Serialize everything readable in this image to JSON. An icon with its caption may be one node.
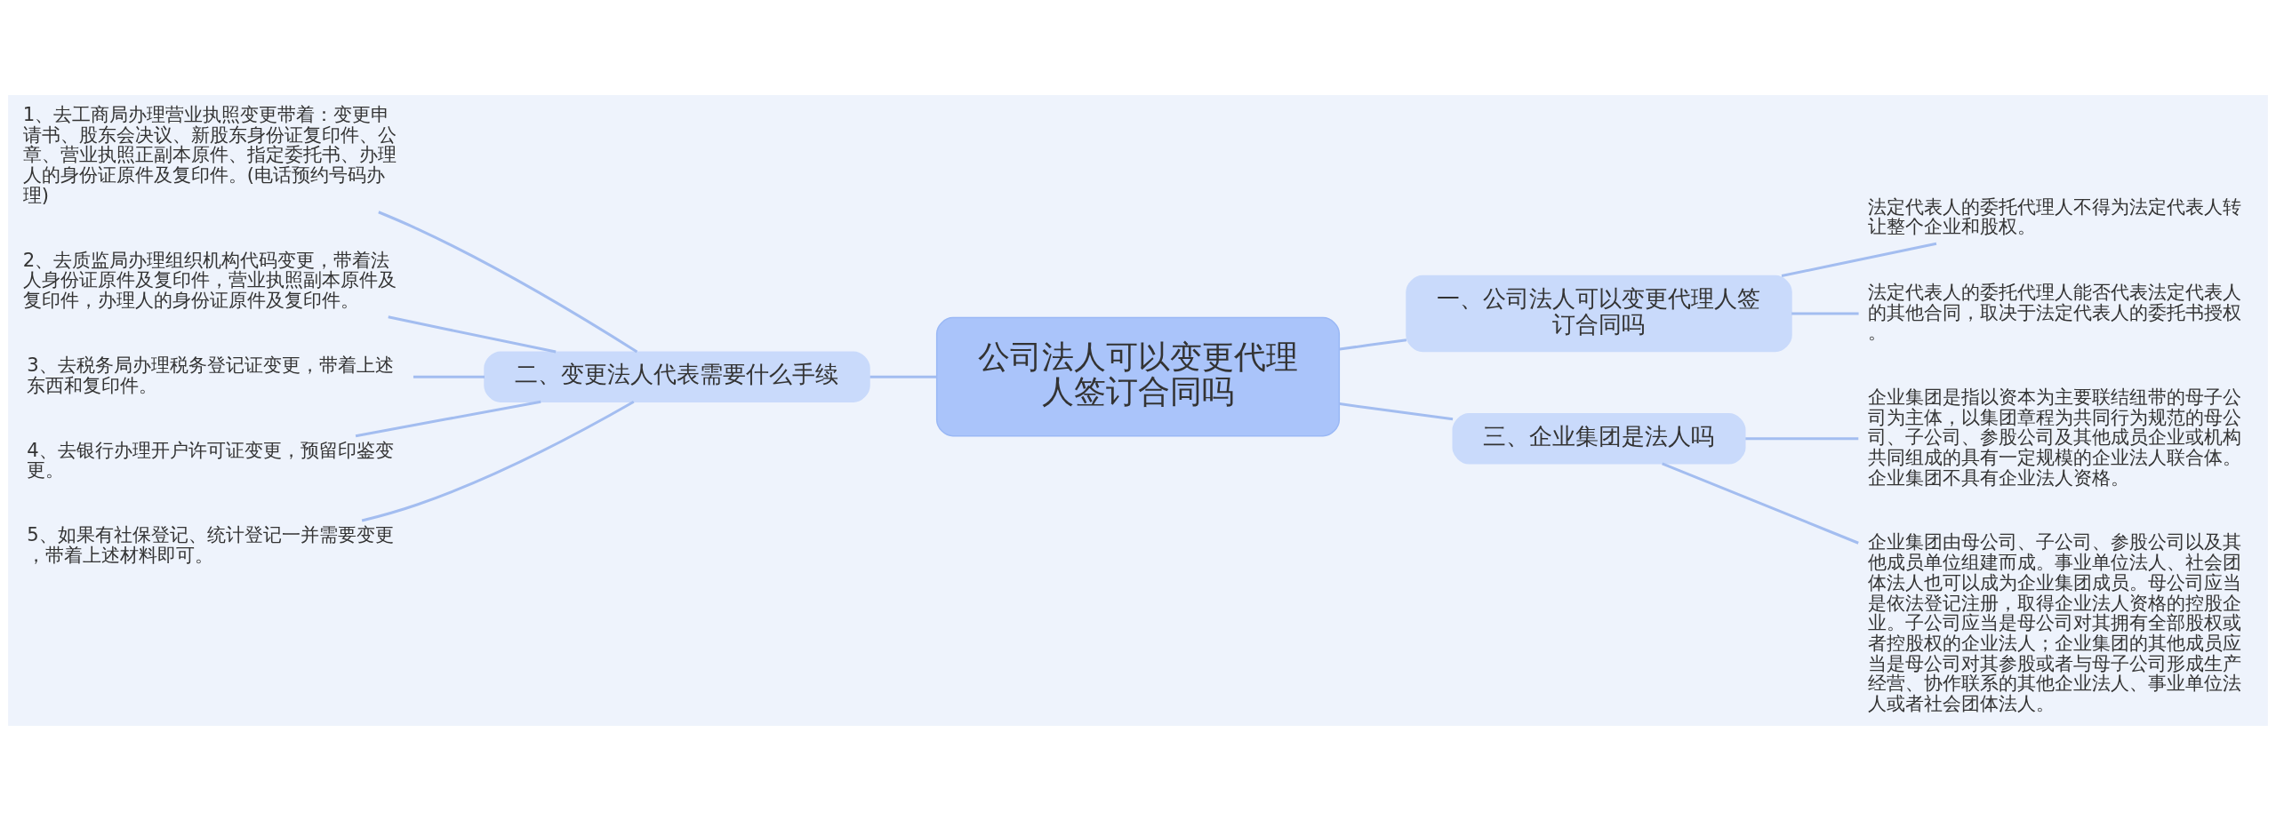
{
  "diagram": {
    "nodes": [
      {
        "text": [
          "公司法人可以变更代理人签订合同吗"
        ]
      },
      {
        "text": [
          "一、公司法人可以变更代理人签订合同吗"
        ]
      },
      {
        "text": [
          "法定代表人的委托代理人不得为法定代表人转让整个企业和股权。"
        ]
      },
      {
        "text": [
          "法定代表人的委托代理人能否代表法定代表人的其他合同，取决于法定代表人的委托书授权。"
        ]
      },
      {
        "text": [
          "二、变更法人代表需要什么手续"
        ]
      },
      {
        "text": [
          "1、去工商局办理营业执照变更带着：变更申请书、股东会决议、新股东身份证复印件、公章、营业执照正副本原件、指定委托书、办理人的身份证原件及复印件。(电话预约号码办理)"
        ]
      },
      {
        "text": [
          "2、去质监局办理组织机构代码变更，带着法人身份证原件及复印件，营业执照副本原件及复印件，办理人的身份证原件及复印件。"
        ]
      },
      {
        "text": [
          "3、去税务局办理税务登记证变更，带着上述东西和复印件。"
        ]
      },
      {
        "text": [
          "4、去银行办理开户许可证变更，预留印鉴变更。"
        ]
      },
      {
        "text": [
          "5、如果有社保登记、统计登记一并需要变更，带着上述材料即可。"
        ]
      },
      {
        "text": [
          "三、企业集团是法人吗"
        ]
      },
      {
        "text": [
          "企业集团是指以资本为主要联结纽带的母子公司为主体，以集团章程为共同行为规范的母公司、子公司、参股公司及其他成员企业或机构共同组成的具有一定规模的企业法人联合体。企业集团不具有企业法人资格。"
        ]
      },
      {
        "text": [
          "企业集团由母公司、子公司、参股公司以及其他成员单位组建而成。事业单位法人、社会团体法人也可以成为企业集团成员。母公司应当是依法登记注册，取得企业法人资格的控股企业。子公司应当是母公司对其拥有全部股权或者控股权的企业法人；企业集团的其他成员应当是母公司对其参股或者与母子公司形成生产经营、协作联系的其他企业法人、事业单位法人或者社会团体法人。"
        ]
      }
    ],
    "edges": [
      {
        "from": 0,
        "to": 1,
        "arrow": "none"
      },
      {
        "from": 1,
        "to": 2,
        "arrow": "none"
      },
      {
        "from": 1,
        "to": 3,
        "arrow": "none"
      },
      {
        "from": 0,
        "to": 4,
        "arrow": "none"
      },
      {
        "from": 4,
        "to": 5,
        "arrow": "none"
      },
      {
        "from": 4,
        "to": 6,
        "arrow": "none"
      },
      {
        "from": 4,
        "to": 7,
        "arrow": "none"
      },
      {
        "from": 4,
        "to": 8,
        "arrow": "none"
      },
      {
        "from": 4,
        "to": 9,
        "arrow": "none"
      },
      {
        "from": 0,
        "to": 10,
        "arrow": "none"
      },
      {
        "from": 10,
        "to": 11,
        "arrow": "none"
      },
      {
        "from": 10,
        "to": 12,
        "arrow": "none"
      }
    ]
  }
}
